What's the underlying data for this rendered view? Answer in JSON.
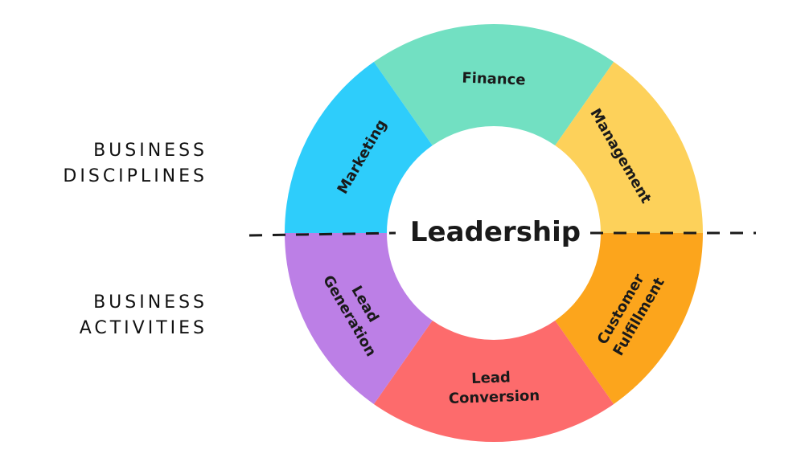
{
  "left_labels": {
    "top": [
      "BUSINESS",
      "DISCIPLINES"
    ],
    "bottom": [
      "BUSINESS",
      "ACTIVITIES"
    ]
  },
  "center": {
    "label": "Leadership"
  },
  "segments": [
    {
      "key": "finance",
      "lines": [
        "Finance"
      ],
      "color": "#72e0c2"
    },
    {
      "key": "management",
      "lines": [
        "Management"
      ],
      "color": "#fdd15a"
    },
    {
      "key": "customer-fulfillment",
      "lines": [
        "Customer",
        "Fulfillment"
      ],
      "color": "#fca51c"
    },
    {
      "key": "lead-conversion",
      "lines": [
        "Lead",
        "Conversion"
      ],
      "color": "#fd6b6c"
    },
    {
      "key": "lead-generation",
      "lines": [
        "Lead",
        "Generation"
      ],
      "color": "#bc7fe6"
    },
    {
      "key": "marketing",
      "lines": [
        "Marketing"
      ],
      "color": "#2ecdfb"
    }
  ]
}
